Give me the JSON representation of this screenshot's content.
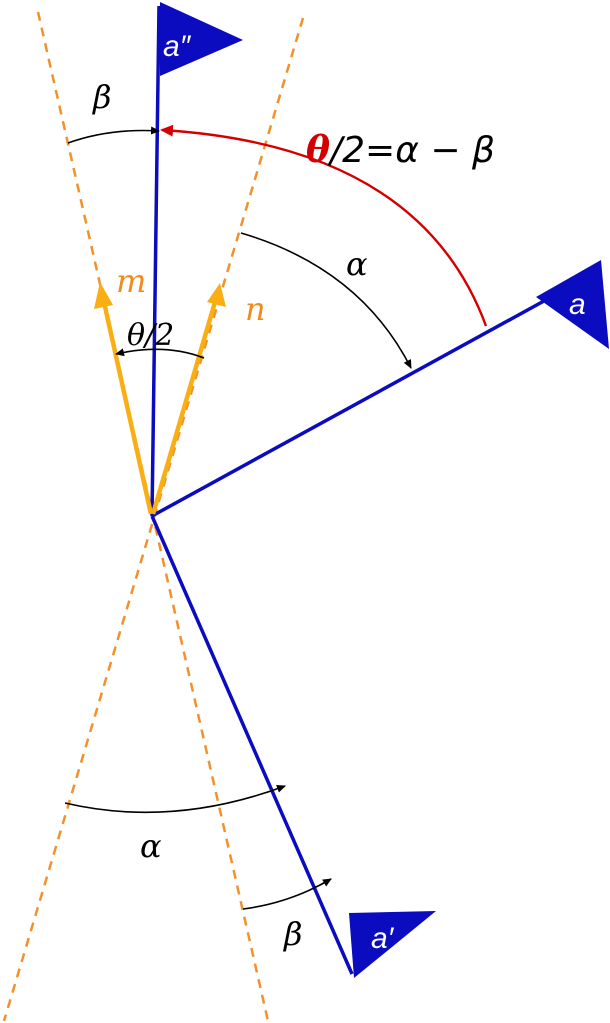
{
  "flags": {
    "a_double_prime": "a″",
    "a": "a",
    "a_prime": "a′"
  },
  "vectors": {
    "m": "m",
    "n": "n"
  },
  "angles": {
    "half_theta": "θ/2",
    "beta_top": "β",
    "alpha_upper": "α",
    "alpha_lower": "α",
    "beta_lower": "β"
  },
  "equation": {
    "theta": "θ",
    "rest": "/2=α − β"
  },
  "colors": {
    "mirror_line": "#f4902a",
    "flag_line": "#0b0bbf",
    "vector": "#f9ae14",
    "arc": "#000000",
    "equation_arc": "#d40000",
    "text_vector": "#f08c1e"
  }
}
